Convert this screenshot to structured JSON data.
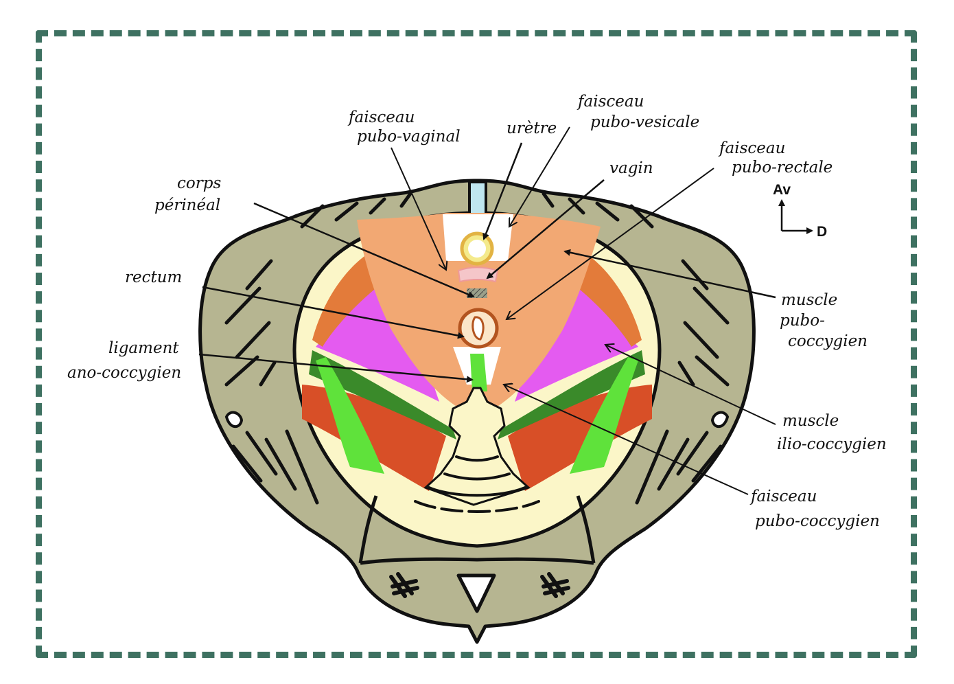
{
  "colors": {
    "frame": "#3e7161",
    "bone": "#b6b591",
    "bone_outline": "#111111",
    "cream": "#fbf6c8",
    "levator_orange": "#f2a873",
    "pubo_rectal_dark_orange": "#e37b3a",
    "ilio_coccygien_magenta": "#e45bf0",
    "ischio_green": "#5fe23b",
    "ischio_dark_green": "#3a8a2a",
    "coccygien_red": "#d84f27",
    "urethra_blue": "#bfe6f0",
    "urethra_yellow": "#f4ea8c",
    "vagin_pink": "#f5c6c9"
  },
  "orientation": {
    "front": "Av",
    "right": "D"
  },
  "labels": {
    "pubo_vaginal": [
      "faisceau",
      "pubo-vaginal"
    ],
    "uretre": [
      "urètre"
    ],
    "pubo_vesicale": [
      "faisceau",
      "pubo-vesicale"
    ],
    "vagin": [
      "vagin"
    ],
    "pubo_rectale": [
      "faisceau",
      "pubo-rectale"
    ],
    "corps_perineal": [
      "corps",
      "périnéal"
    ],
    "rectum": [
      "rectum"
    ],
    "ligament_ano_coccygien": [
      "ligament",
      "ano-coccygien"
    ],
    "muscle_pubo_coccygien": [
      "muscle",
      "pubo-",
      "coccygien"
    ],
    "muscle_ilio_coccygien": [
      "muscle",
      "ilio-coccygien"
    ],
    "faisceau_pubo_coccygien": [
      "faisceau",
      "pubo-coccygien"
    ]
  }
}
